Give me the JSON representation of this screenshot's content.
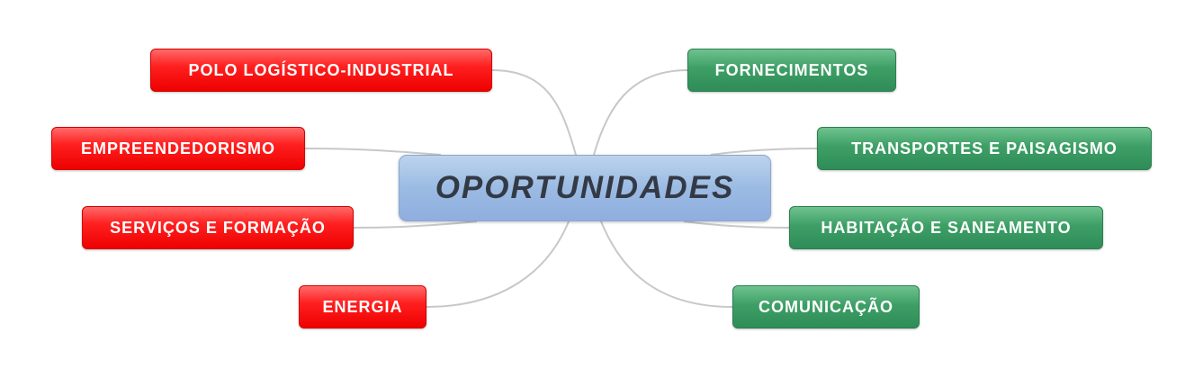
{
  "central_topic": {
    "label": "OPORTUNIDADES"
  },
  "left_branches": [
    {
      "label": "POLO LOGÍSTICO-INDUSTRIAL"
    },
    {
      "label": "EMPREENDEDORISMO"
    },
    {
      "label": "SERVIÇOS E FORMAÇÃO"
    },
    {
      "label": "ENERGIA"
    }
  ],
  "right_branches": [
    {
      "label": "FORNECIMENTOS"
    },
    {
      "label": "TRANSPORTES E PAISAGISMO"
    },
    {
      "label": "HABITAÇÃO E SANEAMENTO"
    },
    {
      "label": "COMUNICAÇÃO"
    }
  ],
  "colors": {
    "left_branch": "#ff1a1a",
    "right_branch": "#3a9a63",
    "central": "#9bbbe3",
    "connector": "#c8c8c8",
    "central_text": "#333a45"
  }
}
